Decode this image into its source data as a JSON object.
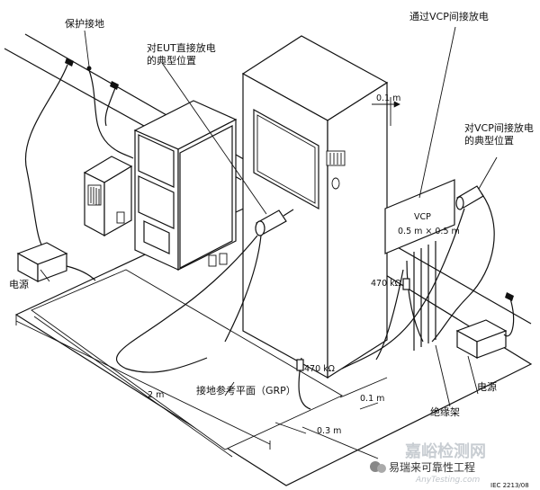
{
  "labels": {
    "protective_earth": "保护接地",
    "eut_discharge": [
      "对EUT直接放电",
      "的典型位置"
    ],
    "vcp_indirect": "通过VCP间接放电",
    "vcp_typical": [
      "对VCP间接放电",
      "的典型位置"
    ],
    "dim_01m_top": "0.1 m",
    "vcp_title": "VCP",
    "vcp_size": "0.5 m × 0.5 m",
    "resistor_470_vcp": "470 kΩ",
    "resistor_470_grp": "470 kΩ",
    "power_left": "电源",
    "power_right": "电源",
    "dim_2m": "2 m",
    "grp": "接地参考平面（GRP）",
    "dim_01m_bottom": "0.1 m",
    "dim_03m": "0.3 m",
    "insulating_stand": "绝缘架",
    "iec_ref": "IEC  2213/08"
  },
  "watermark": {
    "main": "嘉峪检测网",
    "wechat": "易瑞来可靠性工程",
    "site": "AnyTesting.com"
  }
}
